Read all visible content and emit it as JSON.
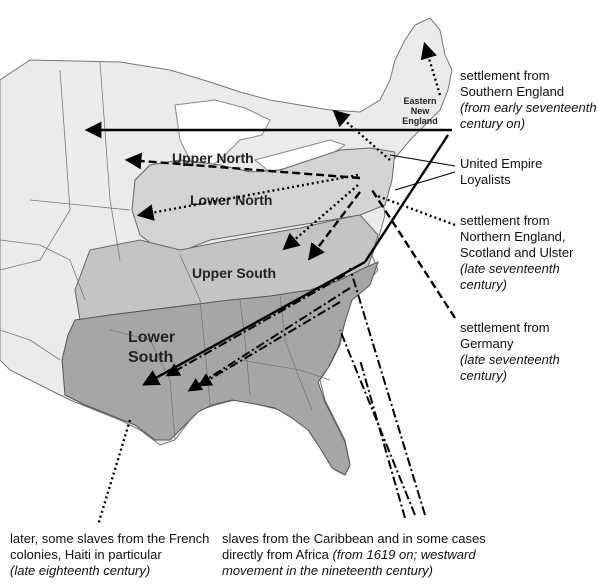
{
  "regions": {
    "eastern_new_england": [
      "Eastern",
      "New",
      "England"
    ],
    "upper_north": "Upper North",
    "lower_north": "Lower North",
    "upper_south": "Upper South",
    "lower_south": [
      "Lower",
      "South"
    ]
  },
  "legend": {
    "southern_england": {
      "line1": "settlement from",
      "line2": "Southern England",
      "line3": "(from early seventeenth",
      "line4": "century on)"
    },
    "loyalists": {
      "line1": "United Empire",
      "line2": "Loyalists"
    },
    "northern_england": {
      "line1": "settlement from",
      "line2": "Northern England,",
      "line3": "Scotland and Ulster",
      "line4": "(late seventeenth",
      "line5": "century)"
    },
    "germany": {
      "line1": "settlement from",
      "line2": "Germany",
      "line3": "(late seventeenth",
      "line4": "century)"
    }
  },
  "bottom_notes": {
    "french": {
      "line1": "later, some slaves from the French",
      "line2": "colonies, Haiti in particular",
      "line3": "(late eighteenth century)"
    },
    "caribbean": {
      "line1": "slaves from the Caribbean and in some cases",
      "line2_plain": "directly from Africa ",
      "line2_italic": "(from 1619 on; westward",
      "line3": "movement in the nineteenth century)"
    }
  },
  "colors": {
    "land": "#ebebeb",
    "north_band": "#d4d4d4",
    "upper_south": "#c4c4c4",
    "lower_south": "#a6a6a6",
    "line": "#000000"
  }
}
